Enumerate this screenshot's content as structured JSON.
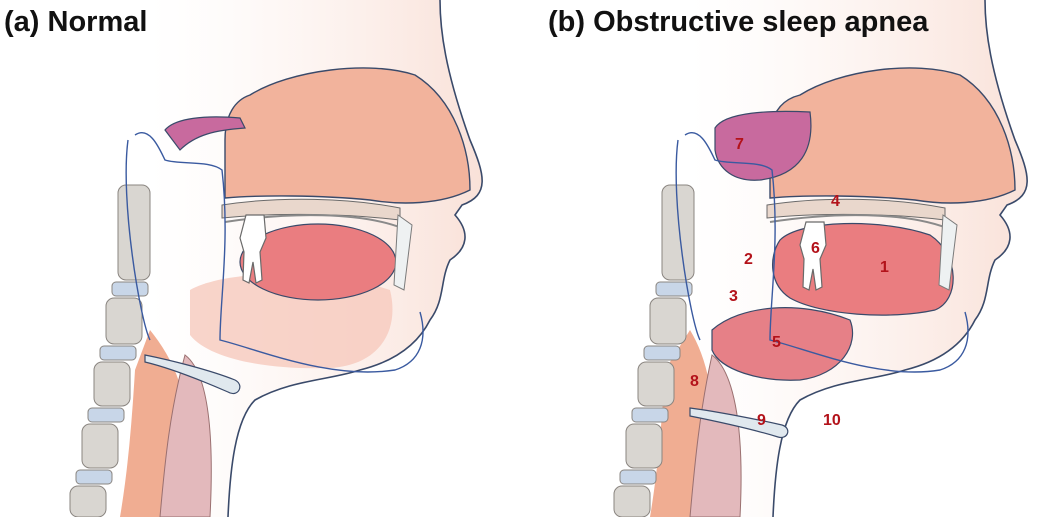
{
  "panels": [
    {
      "id": "a",
      "title": "(a) Normal"
    },
    {
      "id": "b",
      "title": "(b) Obstructive sleep apnea"
    }
  ],
  "labels": [
    "1",
    "2",
    "3",
    "4",
    "5",
    "6",
    "7",
    "8",
    "9",
    "10"
  ],
  "colors": {
    "outline": "#3a4a6a",
    "face_skin": "#fbe9e2",
    "nose": "#f2b39c",
    "adenoid": "#c86a9e",
    "tongue": "#ea7d80",
    "tongue_base": "#e68087",
    "palate": "#e9d7cc",
    "airway_wall": "#f0ad92",
    "trachea": "#e3b9bc",
    "vertebra": "#d9d6d1",
    "disc": "#c8d6e8",
    "cartilage": "#e0e8ee",
    "tooth": "#ffffff",
    "number": "#b3121a"
  }
}
